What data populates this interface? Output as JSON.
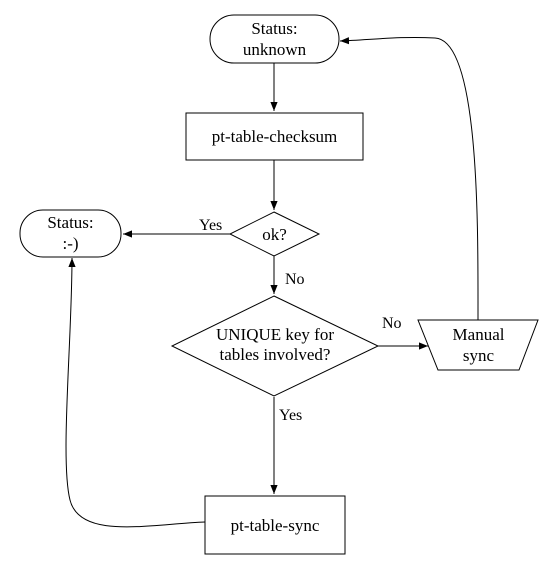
{
  "diagram": {
    "nodes": {
      "status_unknown": {
        "line1": "Status:",
        "line2": "unknown"
      },
      "checksum": {
        "label": "pt-table-checksum"
      },
      "ok": {
        "label": "ok?"
      },
      "status_happy": {
        "line1": "Status:",
        "line2": ":-)"
      },
      "unique_key": {
        "line1": "UNIQUE key for",
        "line2": "tables involved?"
      },
      "manual_sync": {
        "line1": "Manual",
        "line2": "sync"
      },
      "sync": {
        "label": "pt-table-sync"
      }
    },
    "edges": {
      "ok_yes": "Yes",
      "ok_no": "No",
      "unique_no": "No",
      "unique_yes": "Yes"
    }
  }
}
